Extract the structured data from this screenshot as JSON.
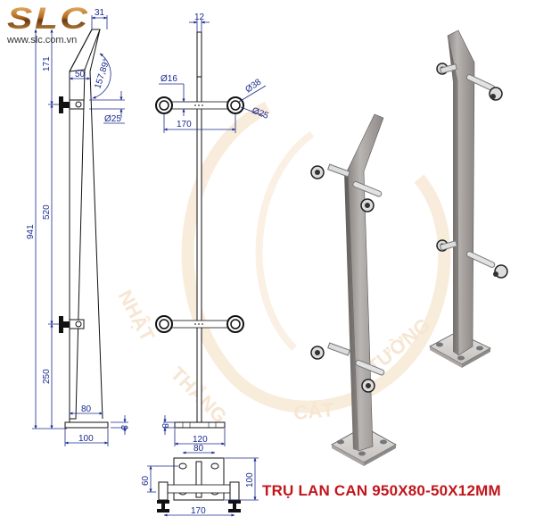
{
  "brand": {
    "logo_text": "SLC",
    "website": "www.slc.com.vn",
    "logo_color": "#b8742a"
  },
  "title": {
    "text": "TRỤ LAN CAN 950X80-50X12MM",
    "color": "#c0161c"
  },
  "watermark": {
    "text": "NHẬT THẮNG CÁT TƯỜNG",
    "color": "#f6e4cf"
  },
  "side_view": {
    "dims": {
      "top_width": "31",
      "upper_height": "171",
      "bend_width": "50",
      "angle": "157,89°",
      "clamp_diameter": "Ø25",
      "total_height": "941",
      "middle_height": "520",
      "lower_height": "250",
      "bottom_width": "80",
      "plate_thickness": "8",
      "plate_width": "100"
    }
  },
  "front_view": {
    "dims": {
      "thickness": "12",
      "pin_diameter": "Ø16",
      "washer_outer": "Ø38",
      "washer_inner": "Ø25",
      "clamp_span": "170",
      "plate_thickness": "8",
      "plate_width": "120",
      "hole_span": "80"
    }
  },
  "plan_view": {
    "dims": {
      "hole_span": "80",
      "hole_offset": "60",
      "plate_depth": "100",
      "clamp_span": "170"
    }
  },
  "colors": {
    "dimension_line": "#1a2a8c",
    "outline": "#111111",
    "steel_light": "#c9c6c4",
    "steel_dark": "#7d7875"
  }
}
